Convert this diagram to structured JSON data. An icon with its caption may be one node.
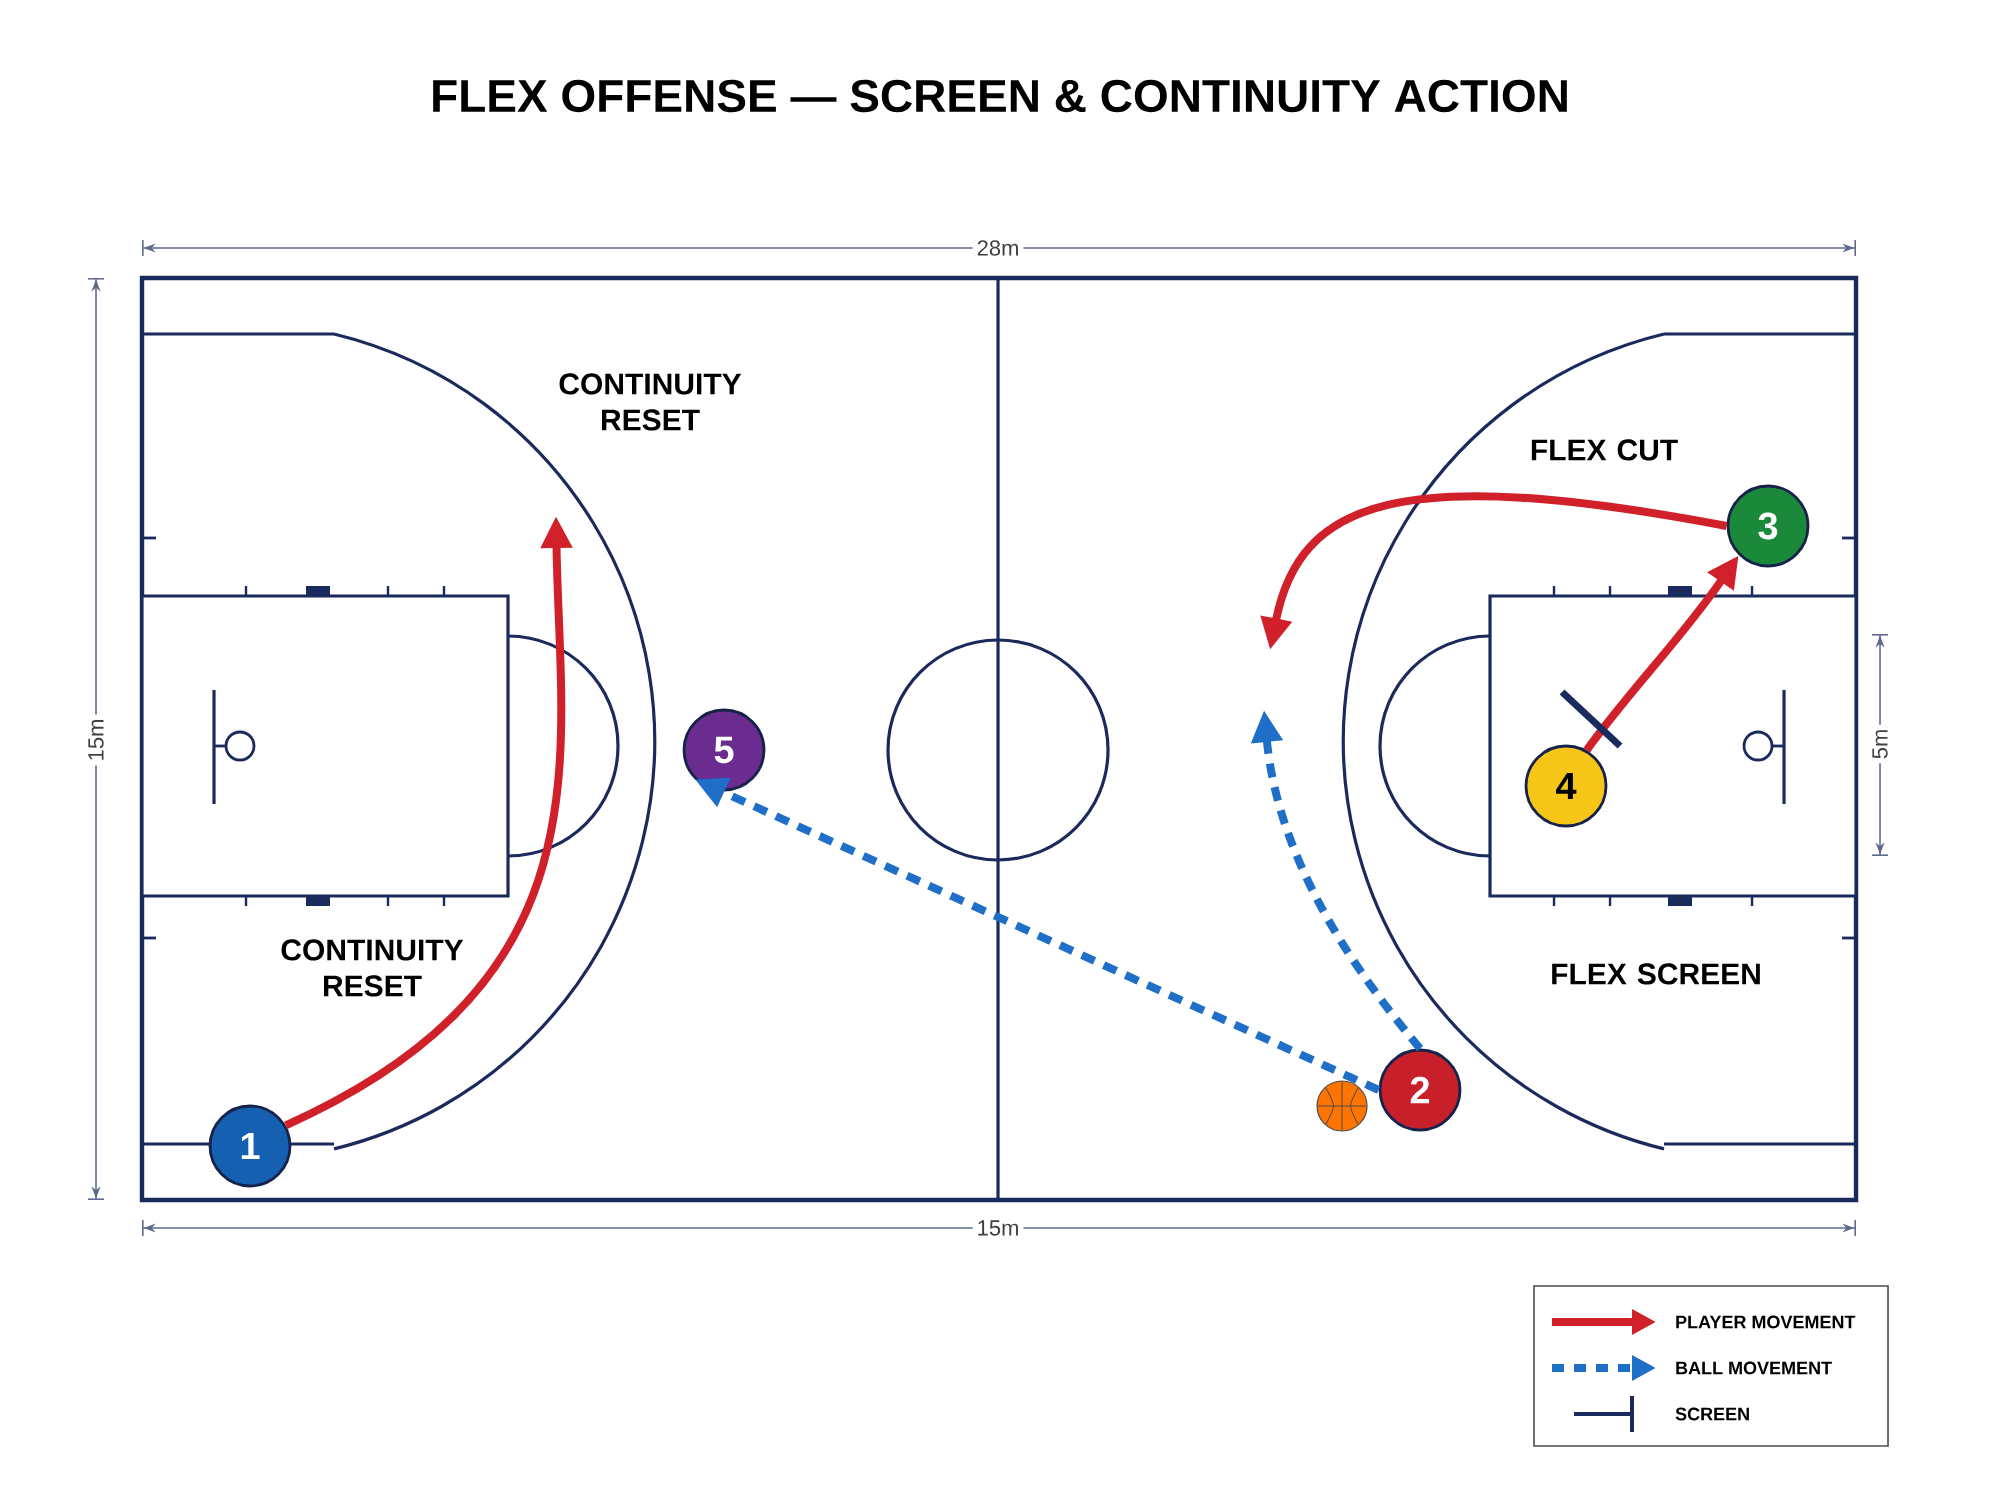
{
  "diagram": {
    "title": "FLEX OFFENSE — SCREEN & CONTINUITY ACTION",
    "nodes": [
      {
        "text": [
          "1"
        ]
      },
      {
        "text": [
          "2"
        ]
      },
      {
        "text": [
          "3"
        ]
      },
      {
        "text": [
          "4"
        ]
      },
      {
        "text": [
          "5"
        ]
      }
    ],
    "edges": [
      {
        "from": 0,
        "to": null,
        "arrow": "to"
      },
      {
        "from": 2,
        "to": null,
        "arrow": "to"
      },
      {
        "from": 3,
        "to": 2,
        "arrow": "to"
      },
      {
        "from": 1,
        "to": 4,
        "arrow": "to",
        "style": "dashed",
        "color": "#1f6fc8"
      },
      {
        "from": 1,
        "to": null,
        "arrow": "to",
        "style": "dashed",
        "color": "#1f6fc8"
      }
    ],
    "labels": [
      "28m",
      "15m",
      "5m",
      "15m",
      "CONTINUITY RESET",
      "FLEX CUT",
      "CONTINUITY RESET",
      "FLEX SCREEN"
    ],
    "legend": [
      {
        "text": "PLAYER MOVEMENT"
      },
      {
        "text": "BALL MOVEMENT"
      },
      {
        "text": "SCREEN"
      }
    ]
  }
}
